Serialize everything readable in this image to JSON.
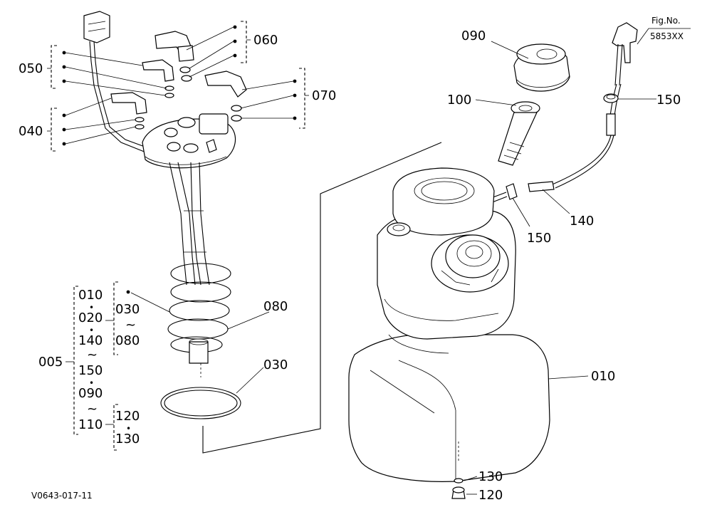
{
  "figure": {
    "fig_label": "Fig.No.",
    "fig_number": "5853XX",
    "drawing_code": "V0643-017-11"
  },
  "callouts": {
    "p005": "005",
    "p010_main": "010",
    "p010_group": "010",
    "p020": "020",
    "p030_ring": "030",
    "p030_group": "030",
    "p040": "040",
    "p050": "050",
    "p060": "060",
    "p070": "070",
    "p080_coil": "080",
    "p080_group": "080",
    "p090_cap": "090",
    "p090_group": "090",
    "p100": "100",
    "p110": "110",
    "p120_bolt": "120",
    "p120_group": "120",
    "p130_washer": "130",
    "p130_group": "130",
    "p140_hose": "140",
    "p140_group": "140",
    "p150_top": "150",
    "p150_mid": "150",
    "p150_group": "150"
  },
  "symbols": {
    "dot": "•",
    "tilde": "~"
  }
}
